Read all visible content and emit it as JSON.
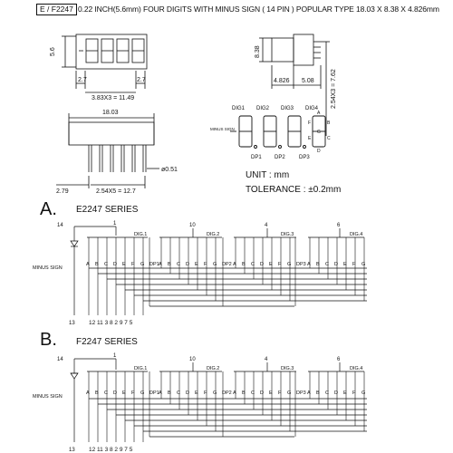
{
  "header": {
    "part_number": "E / F2247",
    "description": "0.22  INCH(5.6mm)  FOUR  DIGITS  WITH  MINUS  SIGN  ( 14 PIN )  POPULAR  TYPE 18.03 X 8.38 X 4.826mm"
  },
  "dimensions": {
    "height": "5.6",
    "pitch_left": "2.7",
    "pitch_right": "2.7",
    "digit_span": "3.83X3 = 11.49",
    "side_height": "8.38",
    "side_a": "4.826",
    "side_b": "5.08",
    "pin_span_v": "2.54X3 = 7.62",
    "body_width": "18.03",
    "pin_dia": "ø0.51",
    "pin_offset": "2.79",
    "pin_span_h": "2.54X5 = 12.7"
  },
  "digit_diagram": {
    "digits": [
      "DIG1",
      "DIG2",
      "DIG3",
      "DIG4"
    ],
    "dps": [
      "DP1",
      "DP2",
      "DP3"
    ],
    "minus_label": "MINUS SIGN",
    "seg_labels": [
      "A",
      "B",
      "C",
      "D",
      "E",
      "F",
      "G"
    ]
  },
  "notes": {
    "unit": "UNIT : mm",
    "tolerance": "TOLERANCE : ±0.2mm"
  },
  "section_a": {
    "letter": "A.",
    "series": "E2247  SERIES",
    "pin_top": "14",
    "pin_bottom": "13",
    "minus_label": "MINUS SIGN",
    "common_pins": [
      "1",
      "10",
      "4",
      "6"
    ],
    "digit_labels": [
      "DIG.1",
      "DIG.2",
      "DIG.3",
      "DIG.4"
    ],
    "segments_1": [
      "A",
      "B",
      "C",
      "D",
      "E",
      "F",
      "G",
      "DP1"
    ],
    "segments_2": [
      "A",
      "B",
      "C",
      "D",
      "E",
      "F",
      "G",
      "DP2"
    ],
    "segments_3": [
      "A",
      "B",
      "C",
      "D",
      "E",
      "F",
      "G",
      "DP3"
    ],
    "segments_4": [
      "A",
      "B",
      "C",
      "D",
      "E",
      "F",
      "G"
    ],
    "bottom_pins": "12 11 3  8  2  9  7  5"
  },
  "section_b": {
    "letter": "B.",
    "series": "F2247  SERIES",
    "pin_top": "14",
    "pin_bottom": "13",
    "minus_label": "MINUS SIGN",
    "common_pins": [
      "1",
      "10",
      "4",
      "6"
    ],
    "digit_labels": [
      "DIG.1",
      "DIG.2",
      "DIG.3",
      "DIG.4"
    ],
    "bottom_pins": "12 11 3  8  2  9  7  5"
  }
}
